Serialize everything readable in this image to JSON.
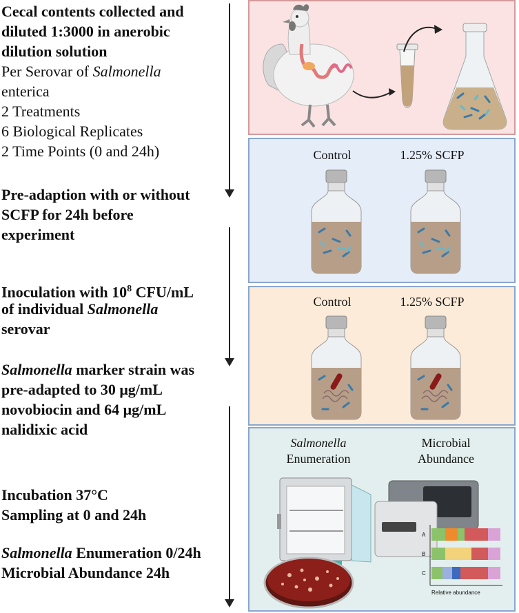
{
  "steps": {
    "s1": {
      "line1": "Cecal contents collected and",
      "line2": "diluted 1:3000 in anerobic",
      "line3": "dilution solution",
      "per_serovar_prefix": "Per Serovar of ",
      "per_serovar_italic": "Salmonella",
      "per_serovar_end": "enterica",
      "treatments": "2 Treatments",
      "replicates": "6 Biological Replicates",
      "timepoints": "2 Time Points (0 and 24h)"
    },
    "s2": {
      "line1": "Pre-adaption with or without",
      "line2": "SCFP for 24h before",
      "line3": "experiment"
    },
    "s3": {
      "line1_a": "Inoculation with 10",
      "line1_sup": "8",
      "line1_b": " CFU/mL",
      "line2_a": "of individual ",
      "line2_italic": "Salmonella",
      "line3": "serovar"
    },
    "s4": {
      "line1_italic": "Salmonella",
      "line1_rest": " marker strain was",
      "line2": "pre-adapted to 30 μg/mL",
      "line3": "novobiocin and 64 μg/mL",
      "line4": "nalidixic acid"
    },
    "s5": {
      "line1": "Incubation 37°C",
      "line2": "Sampling at 0 and 24h"
    },
    "s6": {
      "line1_italic": "Salmonella",
      "line1_rest": " Enumeration 0/24h",
      "line2": "Microbial Abundance 24h"
    }
  },
  "panels": {
    "preadapt": {
      "control": "Control",
      "scfp": "1.25% SCFP"
    },
    "inoculation": {
      "control": "Control",
      "scfp": "1.25% SCFP"
    },
    "analysis": {
      "enum_italic": "Salmonella",
      "enum_label": "Enumeration",
      "abund_line1": "Microbial",
      "abund_line2": "Abundance",
      "bar_a": "A",
      "bar_b": "B",
      "bar_c": "C",
      "axis_label": "Relative abundance"
    }
  },
  "colors": {
    "panel1_bg": "#fbe3e3",
    "panel2_bg": "#e4edf8",
    "panel3_bg": "#fcebd9",
    "panel4_bg": "#e3efee",
    "agar_plate": "#8c1f1a"
  }
}
